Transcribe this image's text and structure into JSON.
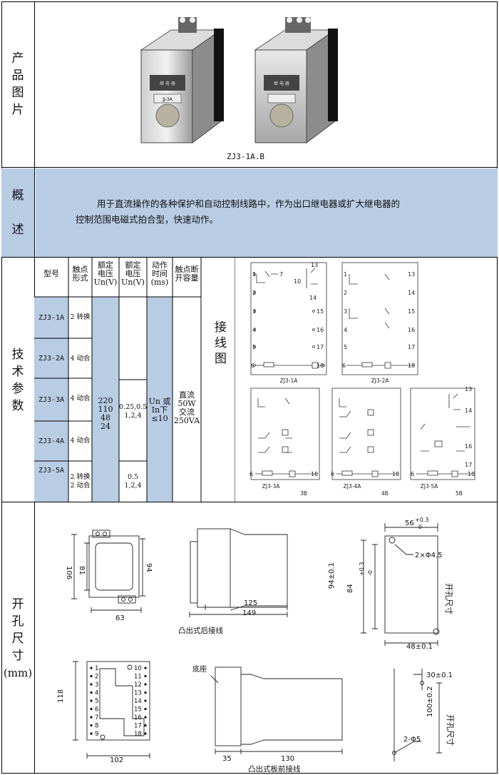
{
  "sections": {
    "photo_label": [
      "产",
      "品",
      "图",
      "片"
    ],
    "overview_label": [
      "概",
      "述"
    ],
    "spec_label": [
      "技",
      "术",
      "参",
      "数"
    ],
    "cutout_label": [
      "开",
      "孔",
      "尺",
      "寸",
      "(mm)"
    ]
  },
  "photo": {
    "caption": "ZJ3-1A.B",
    "relay_plate": "JJ-3A"
  },
  "overview": {
    "line1": "用于直流操作的各种保护和自动控制线路中，作为出口继电器或扩大继电器的",
    "line2": "控制范围电磁式拍合型，快速动作。"
  },
  "spec_table": {
    "headers": [
      "型号",
      "触点形式",
      "额定电压Un(V)",
      "额定电压Un(V)",
      "动作时间(ms)",
      "触点断开容量"
    ],
    "header_lines": [
      [
        "型号"
      ],
      [
        "触点",
        "形式"
      ],
      [
        "额定",
        "电压",
        "Un(V)"
      ],
      [
        "额定",
        "电压",
        "Un(V)"
      ],
      [
        "动作",
        "时间",
        "(ms)"
      ],
      [
        "触点断",
        "开容量"
      ]
    ],
    "rows": [
      {
        "model": "ZJ3-1A",
        "contact": "2 转换"
      },
      {
        "model": "ZJ3-2A",
        "contact": "4 动合"
      },
      {
        "model": "ZJ3-3A",
        "contact": "4 动合"
      },
      {
        "model": "ZJ3-4A",
        "contact": "4 动合"
      },
      {
        "model": "ZJ3-5A",
        "contact": "2 转换\n2 动合"
      }
    ],
    "rated_voltage": [
      "220",
      "110",
      "48",
      "24"
    ],
    "current_a": "0.25,0.5\n1,2,4",
    "current_b": "0.5\n1,2,4",
    "action_time": [
      "Un 或",
      "In下",
      "≤10"
    ],
    "capacity": [
      "直流",
      "50W",
      "交流",
      "250VA"
    ],
    "wiring_title": [
      "接",
      "线",
      "图"
    ]
  },
  "wiring": {
    "captions_top": [
      "ZJ3-1A",
      "ZJ3-2A"
    ],
    "captions_bottom": [
      "ZJ3-3A",
      "ZJ3-4A",
      "ZJ3-5A"
    ],
    "captions_bottom_b": [
      "3B",
      "4B",
      "5B"
    ]
  },
  "dimensions": {
    "front": {
      "w1": "63",
      "h1": "106",
      "h2": "81",
      "h3": "94"
    },
    "side": {
      "d1": "125",
      "d2": "149",
      "caption": "凸出式后接线"
    },
    "cutout1": {
      "w": "56",
      "w_tol_up": "+0.3",
      "w_tol_dn": "-0",
      "holes": "2×Φ4.5",
      "h1": "94±0.1",
      "h2": "84",
      "h2_tol_up": "+0.3",
      "h2_tol_dn": "-0",
      "w2": "48±0.1",
      "label": "开孔尺寸"
    },
    "back": {
      "w": "102",
      "h": "118",
      "pins_left": [
        "1",
        "2",
        "3",
        "4",
        "5",
        "6",
        "7",
        "8",
        "9"
      ],
      "pins_right": [
        "10",
        "11",
        "12",
        "13",
        "14",
        "15",
        "16",
        "17",
        "18"
      ]
    },
    "front_mount": {
      "base": "底座",
      "d1": "35",
      "d2": "130",
      "caption": "凸出式板前接线"
    },
    "cutout2": {
      "w": "30±0.1",
      "h": "100±0.2",
      "holes": "2-Φ5",
      "label": "开孔尺寸"
    }
  }
}
